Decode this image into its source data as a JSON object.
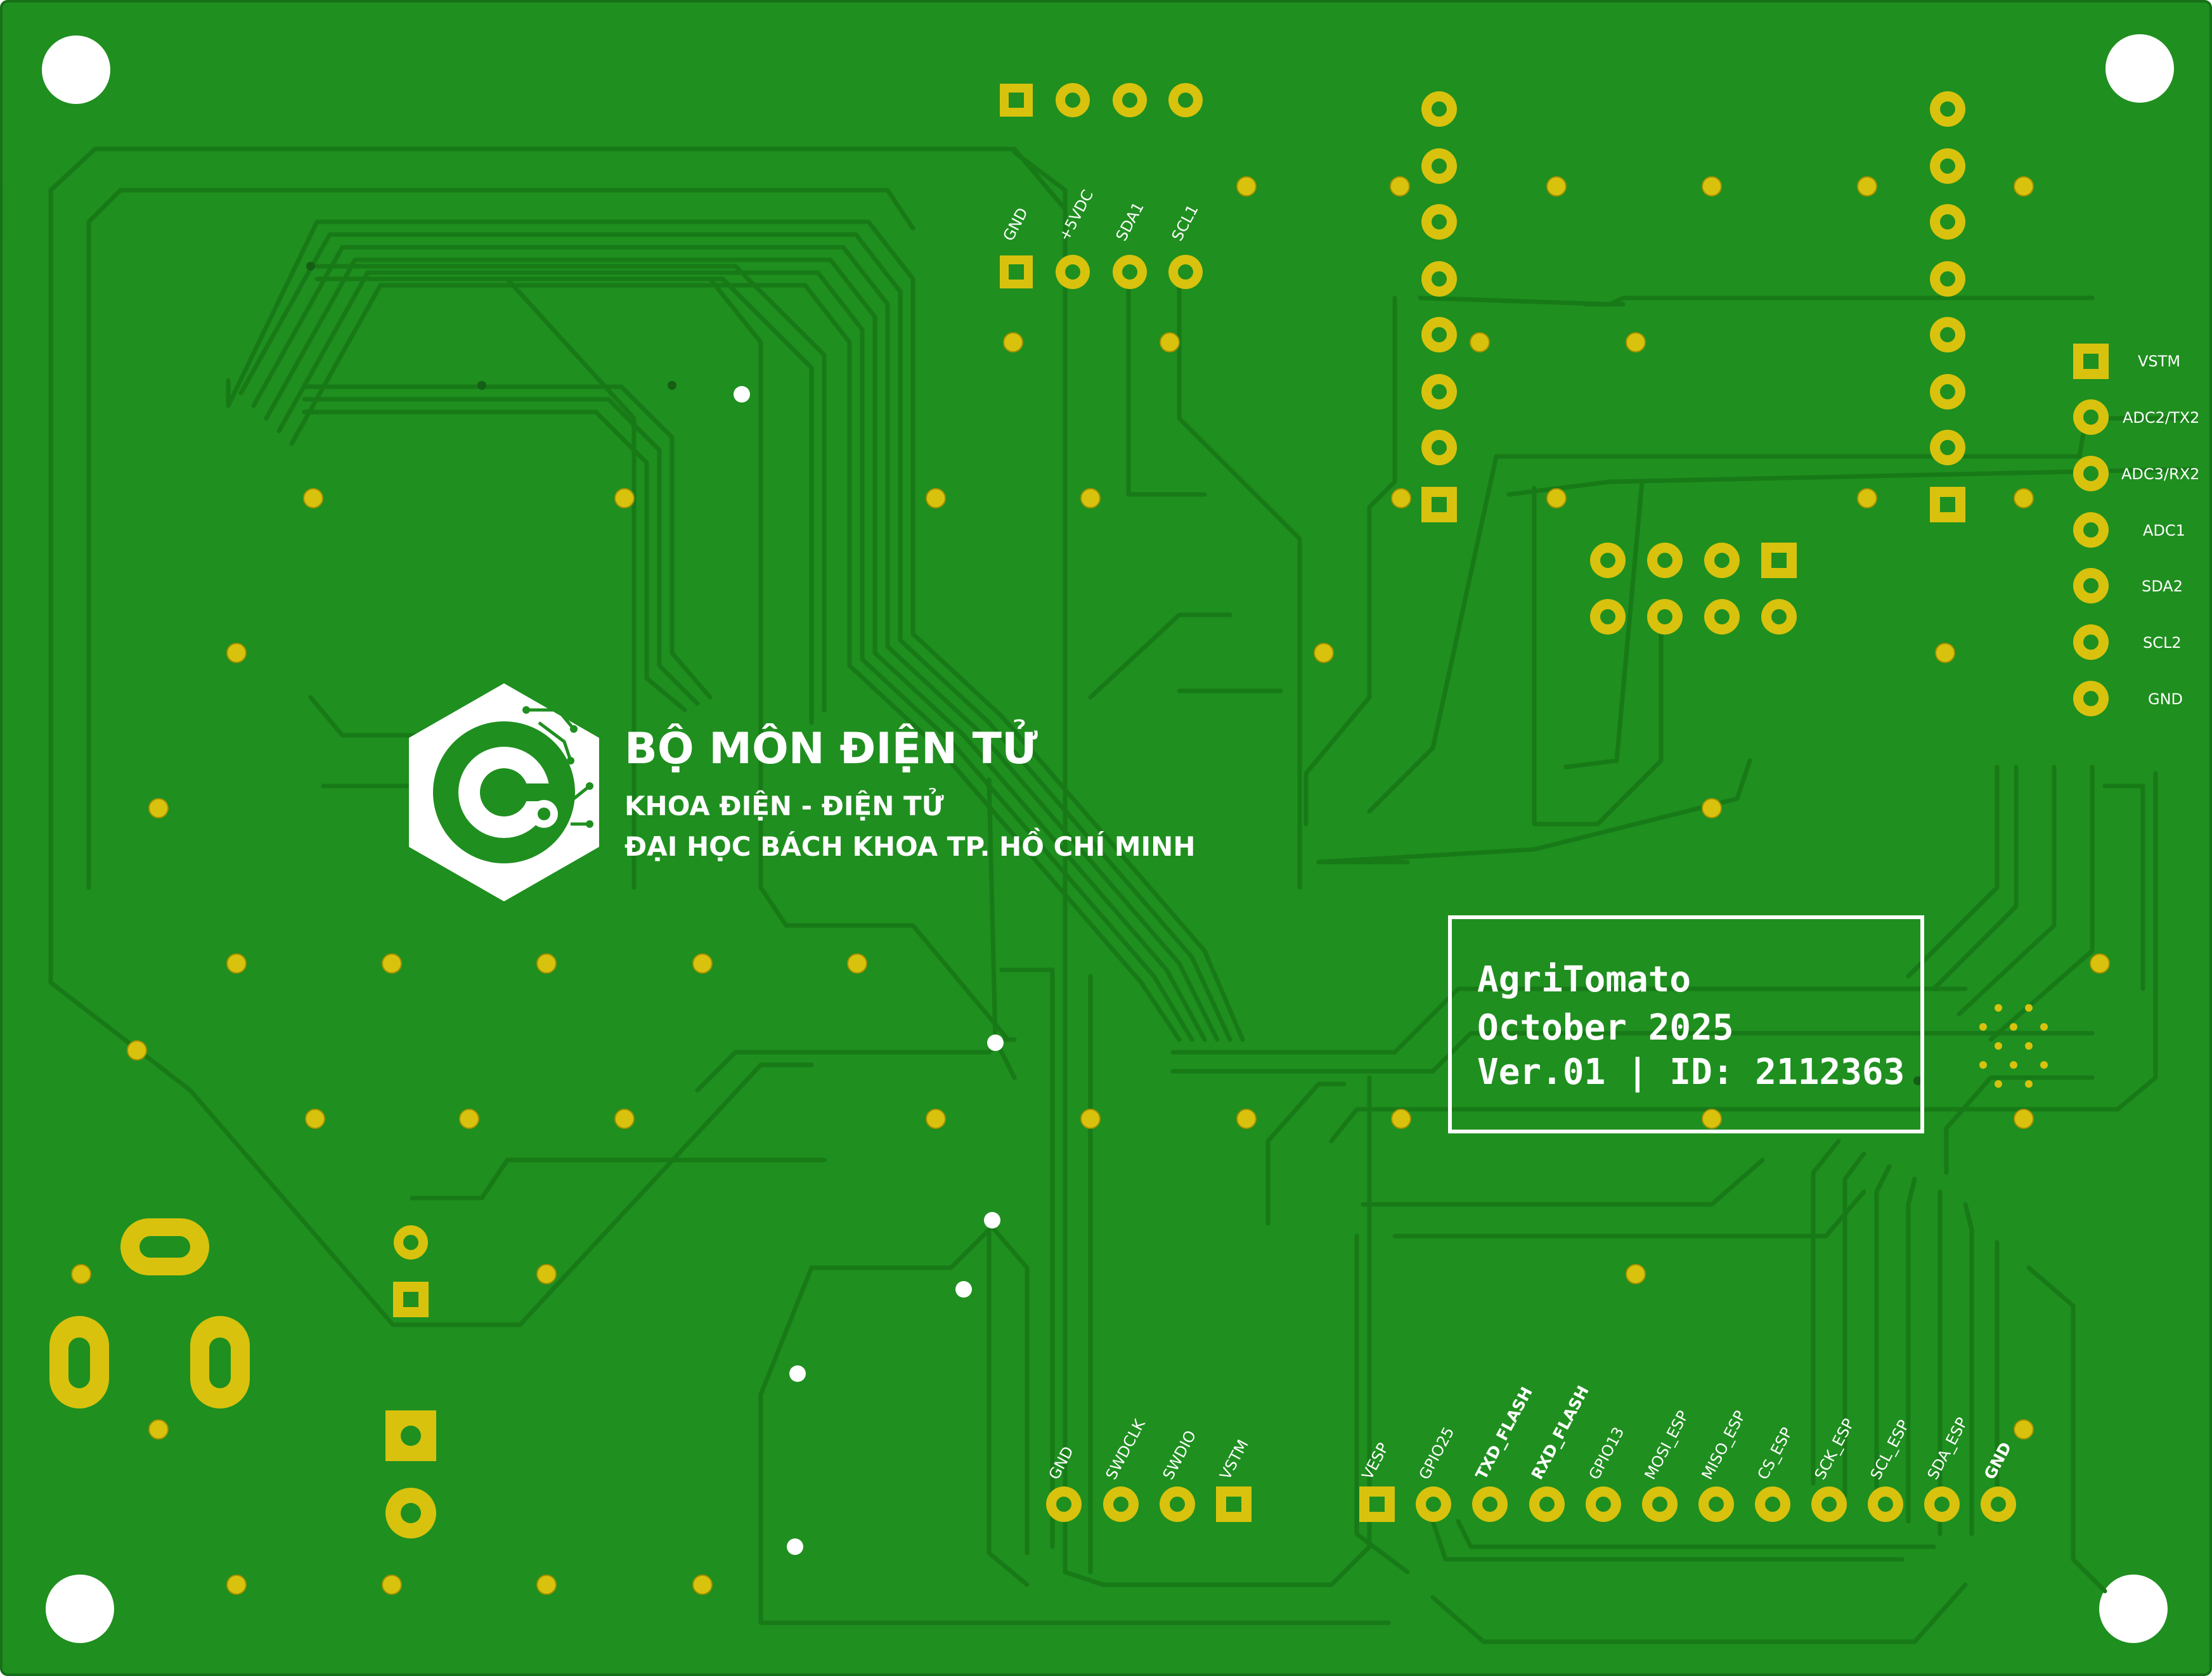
{
  "colors": {
    "board": "#1f8f1f",
    "copper_fill": "#22931f",
    "trace": "#1c7a1c",
    "pad_gold": "#d8c20e",
    "hole": "#ffffff",
    "silkscreen": "#ffffff"
  },
  "logo": {
    "icon": "university-logo-icon",
    "line1": "BỘ MÔN ĐIỆN TỬ",
    "line2": "KHOA ĐIỆN - ĐIỆN TỬ",
    "line3": "ĐẠI HỌC BÁCH KHOA TP. HỒ CHÍ MINH"
  },
  "info_box": {
    "project": "AgriTomato",
    "date": "October 2025",
    "version": "Ver.01 | ID: 2112363"
  },
  "header_i2c": [
    "GND",
    "+5VDC",
    "SDA1",
    "SCL1"
  ],
  "right_header": [
    "VSTM",
    "ADC2/TX2",
    "ADC3/RX2",
    "ADC1",
    "SDA2",
    "SCL2",
    "GND"
  ],
  "swd_header": [
    "GND",
    "SWDCLK",
    "SWDIO",
    "VSTM"
  ],
  "esp_header": [
    "VESP",
    "GPIO25",
    "TXD_FLASH",
    "RXD_FLASH",
    "GPIO13",
    "MOSI_ESP",
    "MISO_ESP",
    "CS_ESP",
    "SCK_ESP",
    "SCL_ESP",
    "SDA_ESP",
    "GND"
  ]
}
